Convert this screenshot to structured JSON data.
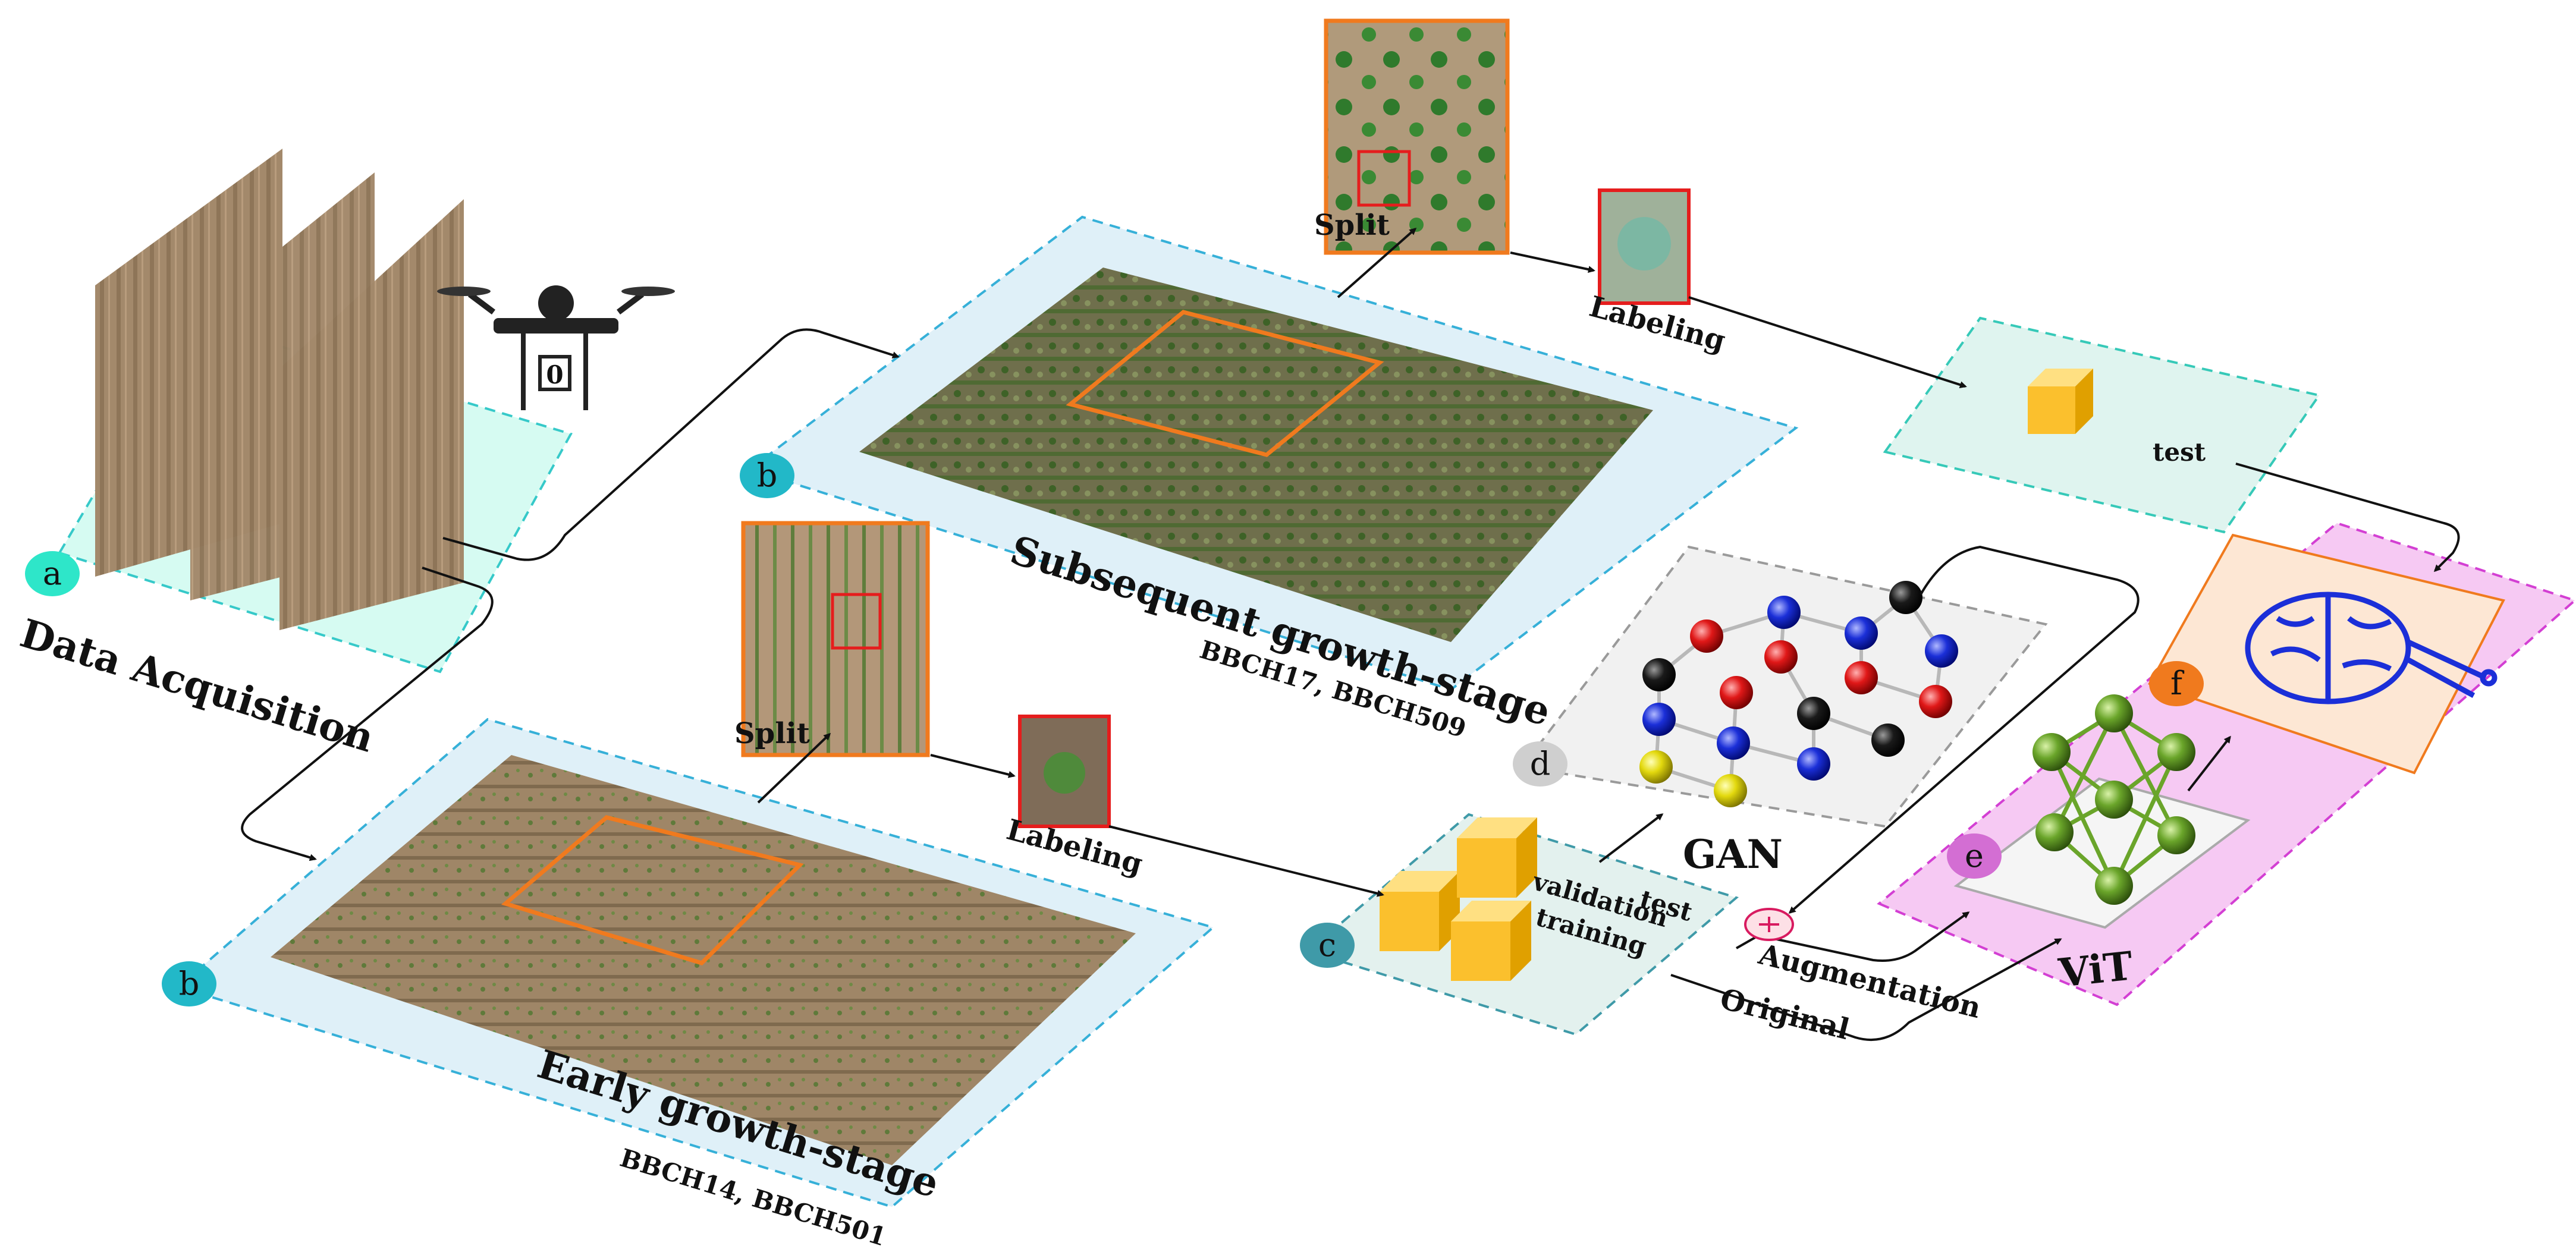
{
  "labels": {
    "data_acquisition": "Data Acquisition",
    "early_stage": "Early growth-stage",
    "early_codes": "BBCH14, BBCH501",
    "subsequent_stage": "Subsequent growth-stage",
    "subsequent_codes": "BBCH17, BBCH509",
    "split_top": "Split",
    "labeling_top": "Labeling",
    "split_mid": "Split",
    "labeling_mid": "Labeling",
    "test_top": "test",
    "test_c": "test",
    "validation": "validation",
    "training": "training",
    "gan": "GAN",
    "augmentation": "Augmentation",
    "original": "Original",
    "vit": "ViT",
    "drone_digit": "0"
  },
  "badges": {
    "a": "a",
    "b_early": "b",
    "b_sub": "b",
    "c": "c",
    "d": "d",
    "e": "e",
    "f": "f"
  },
  "colors": {
    "badge_a": "#2ee6c9",
    "badge_b": "#22b8c8",
    "badge_c": "#3f9aa8",
    "badge_d": "#cfcfcf",
    "badge_e": "#d36ed3",
    "badge_f": "#f07a1e",
    "roi": "#f07a1e",
    "crop": "#e51d1d",
    "cube": "#fbc02d",
    "node_green": "#6aa52a",
    "vit_panel": "#f6c9f3",
    "early_panel": "#dff0f8",
    "test_panel": "#dff4ef"
  }
}
